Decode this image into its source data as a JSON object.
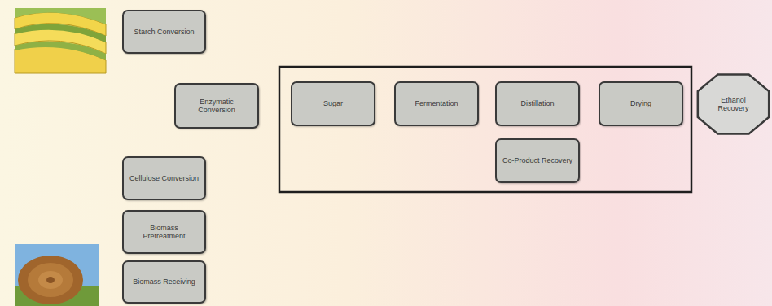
{
  "diagram": {
    "nodes": [
      {
        "text": [
          "Starch Conversion"
        ]
      },
      {
        "text": [
          "Enzymatic Conversion"
        ]
      },
      {
        "text": [
          "Sugar"
        ]
      },
      {
        "text": [
          "Fermentation"
        ]
      },
      {
        "text": [
          "Distillation"
        ]
      },
      {
        "text": [
          "Drying"
        ]
      },
      {
        "text": [
          "Ethanol Recovery"
        ]
      },
      {
        "text": [
          "Co-Product Recovery"
        ]
      },
      {
        "text": [
          "Cellulose Conversion"
        ]
      },
      {
        "text": [
          "Biomass Pretreatment"
        ]
      },
      {
        "text": [
          "Biomass Receiving"
        ]
      }
    ]
  }
}
